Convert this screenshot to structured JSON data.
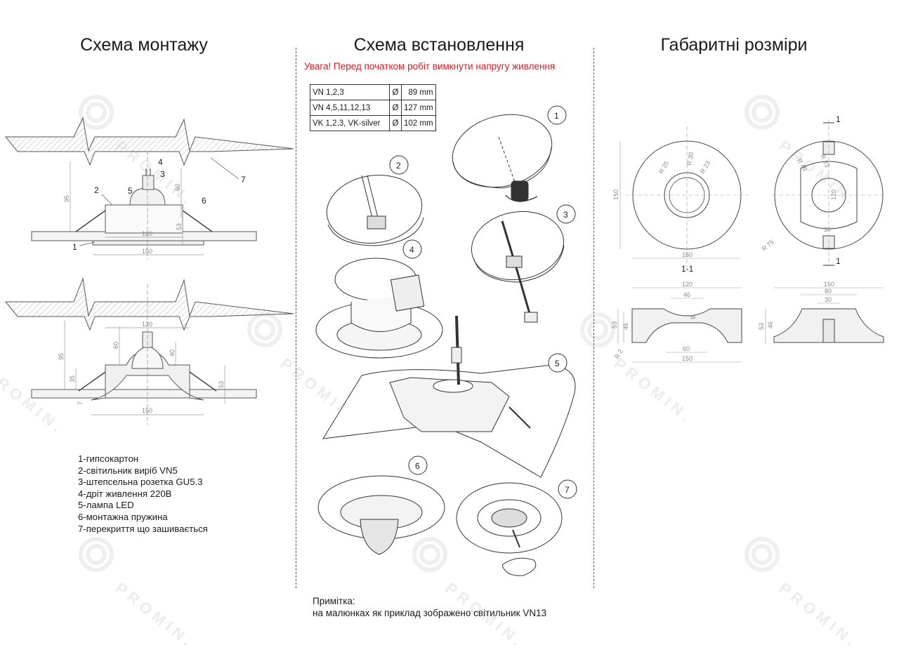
{
  "titles": {
    "mounting": "Схема монтажу",
    "installation": "Схема встановлення",
    "dimensions": "Габаритні розміри"
  },
  "warning": "Увага! Перед початком робіт вимкнути напругу живлення",
  "spec_table": [
    {
      "model": "VN 1,2,3",
      "symbol": "Ø",
      "size": "89 mm"
    },
    {
      "model": "VN 4,5,11,12,13",
      "symbol": "Ø",
      "size": "127 mm"
    },
    {
      "model": "VK 1,2,3, VK-silver",
      "symbol": "Ø",
      "size": "102 mm"
    }
  ],
  "legend": [
    "1-гипсокартон",
    "2-світильник виріб VN5",
    "3-штепсельна розетка GU5.3",
    "4-дріт живлення 220В",
    "5-лампа LED",
    "6-монтажна пружина",
    "7-перекриття що зашивається"
  ],
  "note": {
    "heading": "Примітка:",
    "text": "на малюнках як приклад зображено світильник VN13"
  },
  "watermark": "PROMIN.",
  "mount_top": {
    "callouts": [
      "1",
      "2",
      "3",
      "4",
      "5",
      "6",
      "7"
    ],
    "dims": {
      "h95": "95",
      "h60": "60",
      "h53": "53",
      "w120": "120",
      "w150": "150"
    }
  },
  "mount_bottom": {
    "dims": {
      "w120": "120",
      "h95": "95",
      "h60": "60",
      "h40": "40",
      "h35": "35",
      "h53": "53",
      "h7": "7",
      "w150": "150"
    }
  },
  "steps": [
    "1",
    "2",
    "3",
    "4",
    "5",
    "6",
    "7"
  ],
  "dimensions": {
    "front": {
      "r25": "R 25",
      "r30": "R 30",
      "r23": "R 23",
      "d150": "150",
      "w150": "150"
    },
    "back": {
      "r40": "R 40",
      "r23": "R 23",
      "r75": "R 75",
      "h120": "120",
      "w30": "30",
      "section": "1"
    },
    "section_label": "1-1",
    "side_left": {
      "w120": "120",
      "w46": "46",
      "h53": "53",
      "h46": "46",
      "h8": "8",
      "r2": "R 2",
      "w60": "60",
      "w150": "150"
    },
    "side_right": {
      "w150": "150",
      "w80": "80",
      "w30": "30",
      "h53": "53",
      "h46": "46"
    }
  }
}
